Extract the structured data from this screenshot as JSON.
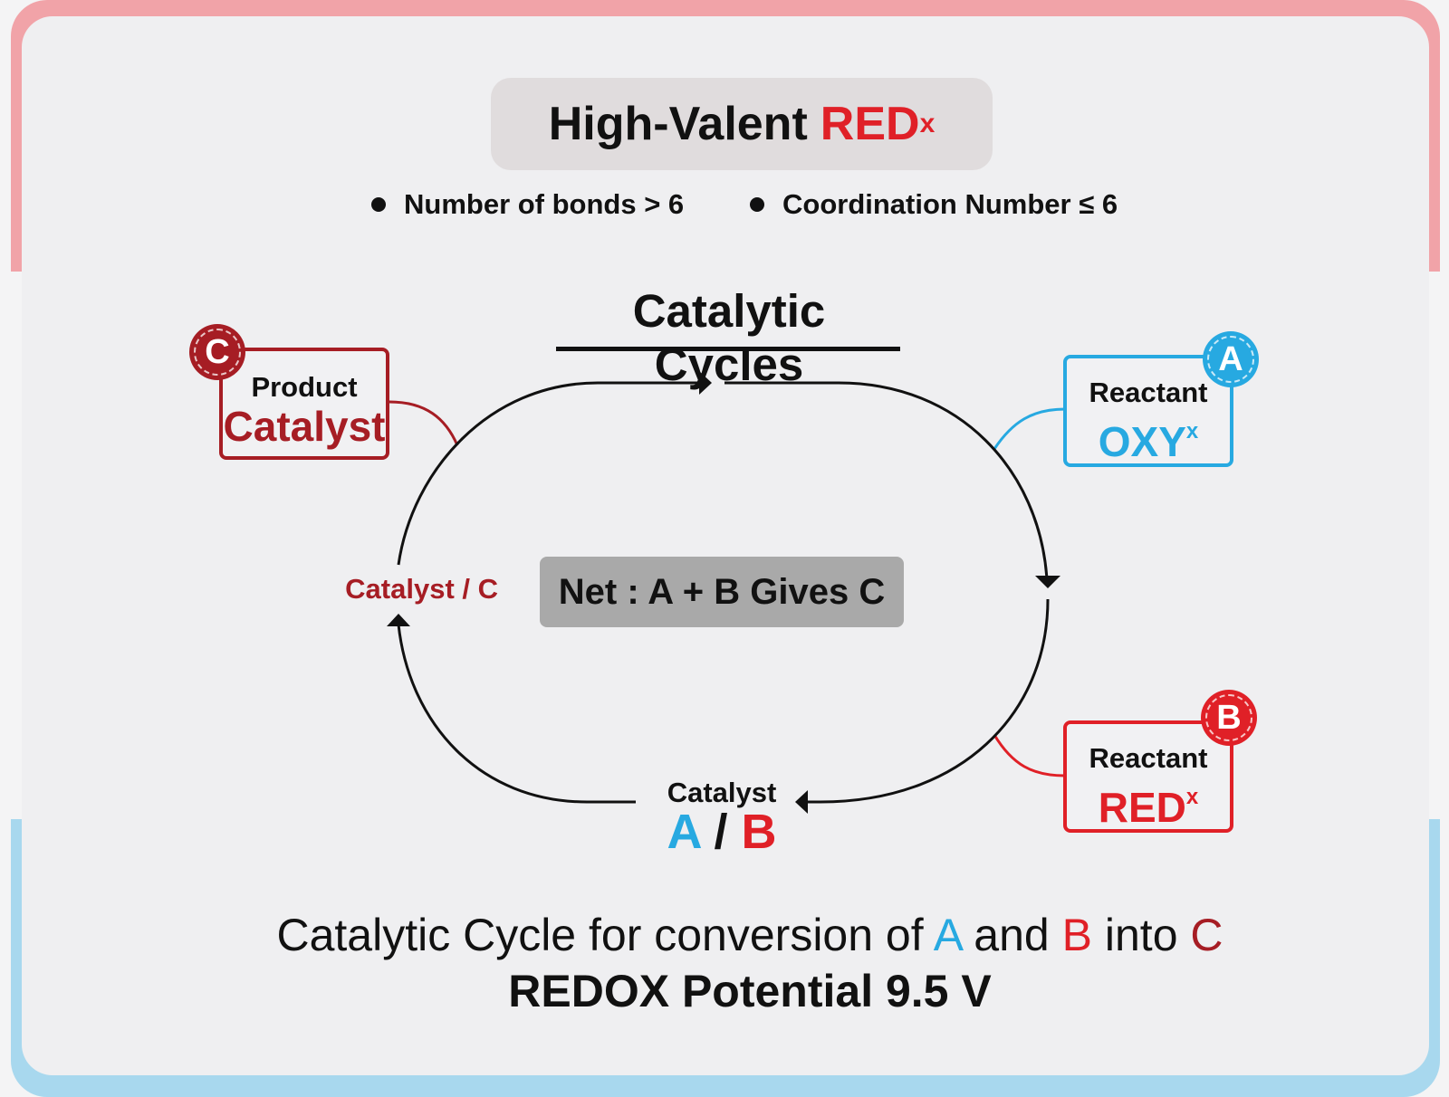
{
  "header": {
    "title_prefix": "High-Valent",
    "title_red": "RED",
    "title_sup": "x",
    "bullets": [
      "Number of bonds > 6",
      "Coordination Number ≤ 6"
    ]
  },
  "cycle": {
    "title": "Catalytic Cycles",
    "net": "Net : A + B Gives C",
    "side_label": "Catalyst / C",
    "bottom_label": "Catalyst",
    "bottom_a": "A",
    "bottom_slash": "/",
    "bottom_b": "B"
  },
  "nodes": {
    "product": {
      "badge": "C",
      "top": "Product",
      "main": "Catalyst"
    },
    "reactant_a": {
      "badge": "A",
      "top": "Reactant",
      "main": "OXY",
      "sup": "x"
    },
    "reactant_b": {
      "badge": "B",
      "top": "Reactant",
      "main": "RED",
      "sup": "x"
    }
  },
  "caption": {
    "line1_part1": "Catalytic Cycle for conversion of",
    "a": "A",
    "and": "and",
    "b": "B",
    "into": "into",
    "c": "C",
    "line2": "REDOX Potential 9.5 V"
  },
  "colors": {
    "blue": "#27a9e1",
    "red": "#e02027",
    "dark_red": "#a61d24",
    "frame_top": "#f1a3a8",
    "frame_bottom": "#a8d8ee"
  }
}
